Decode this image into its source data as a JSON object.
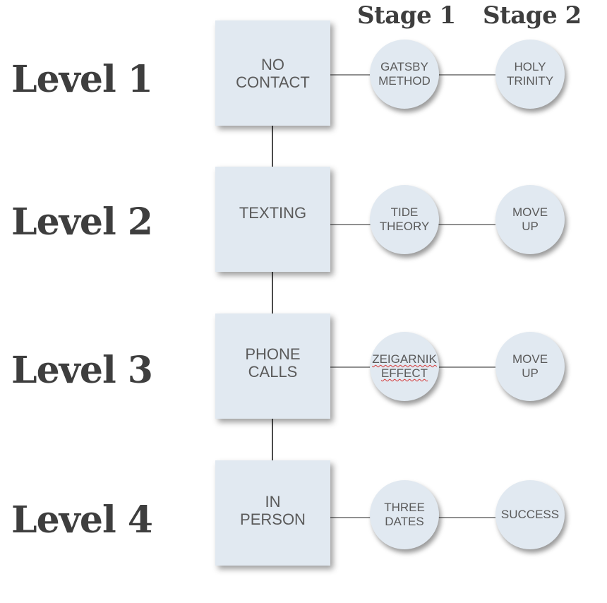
{
  "stages": [
    "Stage 1",
    "Stage 2"
  ],
  "levels": [
    {
      "label": "Level 1",
      "box": "NO\nCONTACT",
      "stage1": "GATSBY\nMETHOD",
      "stage2": "HOLY\nTRINITY"
    },
    {
      "label": "Level 2",
      "box": "TEXTING",
      "stage1": "TIDE\nTHEORY",
      "stage2": "MOVE\nUP"
    },
    {
      "label": "Level 3",
      "box": "PHONE\nCALLS",
      "stage1": "ZEIGARNIK\nEFFECT",
      "stage2": "MOVE\nUP"
    },
    {
      "label": "Level 4",
      "box": "IN\nPERSON",
      "stage1": "THREE\nDATES",
      "stage2": "SUCCESS"
    }
  ]
}
